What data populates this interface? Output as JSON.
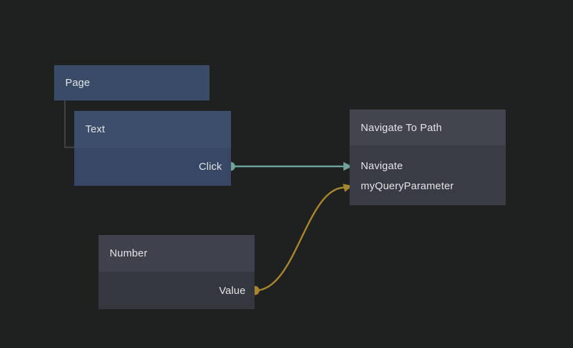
{
  "colors": {
    "canvas_bg": "#1f2020",
    "page_node_bg": "#3a4b68",
    "component_header_bg": "#3d4e6d",
    "component_body_bg": "#374765",
    "logic_header_bg": "#42444e",
    "logic_body_bg": "#3a3c44",
    "number_header_bg": "#3f414c",
    "number_body_bg": "#35373e",
    "hierarchy_line": "#4f4f4f",
    "signal_connection": "#6fa29c",
    "data_connection": "#a8862d",
    "text_primary": "#e4e5e7"
  },
  "nodes": {
    "page": {
      "title": "Page"
    },
    "text": {
      "title": "Text",
      "outputs": [
        {
          "label": "Click"
        }
      ]
    },
    "navigate_to_path": {
      "title": "Navigate To Path",
      "inputs": [
        {
          "label": "Navigate"
        },
        {
          "label": "myQueryParameter"
        }
      ]
    },
    "number": {
      "title": "Number",
      "outputs": [
        {
          "label": "Value"
        }
      ]
    }
  },
  "connections": [
    {
      "from": "Text.Click",
      "to": "Navigate To Path.Navigate",
      "color": "#6fa29c"
    },
    {
      "from": "Number.Value",
      "to": "Navigate To Path.myQueryParameter",
      "color": "#a8862d"
    }
  ]
}
